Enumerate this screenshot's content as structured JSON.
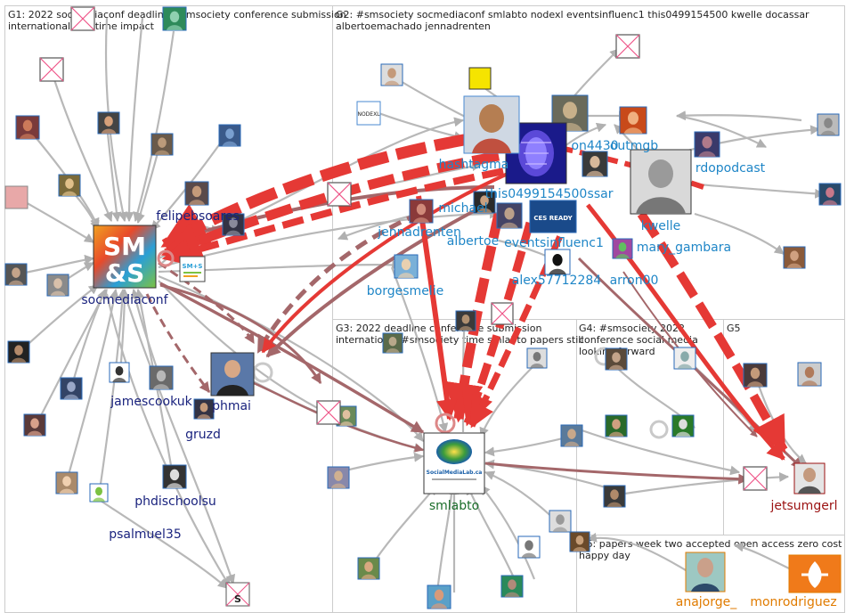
{
  "groups": [
    {
      "id": "G1",
      "title_lines": [
        "G1: 2022 socmediaconf deadline #smsociety conference submission",
        "international due time impact"
      ]
    },
    {
      "id": "G2",
      "title_lines": [
        "G2: #smsociety socmediaconf smlabto nodexl eventsinfluenc1 this0499154500 kwelle docassar",
        "albertoemachado jennadrenten"
      ]
    },
    {
      "id": "G3",
      "title_lines": [
        "G3: 2022 deadline conference submission",
        "international #smsociety time smlabto papers still"
      ]
    },
    {
      "id": "G4",
      "title_lines": [
        "G4: #smsociety 2022",
        "conference social media",
        "looking forward"
      ]
    },
    {
      "id": "G5",
      "title_lines": [
        "G5"
      ]
    },
    {
      "id": "G6",
      "title_lines": [
        "G6: papers week two accepted open access zero cost",
        "happy day"
      ]
    }
  ],
  "labels": [
    {
      "id": "socmediaconf",
      "text": "socmediaconf",
      "color": "#1a237e"
    },
    {
      "id": "felipebsoares",
      "text": "felipebsoares",
      "color": "#1a237e"
    },
    {
      "id": "jamescookuk",
      "text": "jamescookuk",
      "color": "#1a237e"
    },
    {
      "id": "phmai",
      "text": "phmai",
      "color": "#1a237e"
    },
    {
      "id": "gruzd",
      "text": "gruzd",
      "color": "#1a237e"
    },
    {
      "id": "phdischoolsu",
      "text": "phdischoolsu",
      "color": "#1a237e"
    },
    {
      "id": "psalmuel35",
      "text": "psalmuel35",
      "color": "#1a237e"
    },
    {
      "id": "hashtagma",
      "text": "hashtagma",
      "color": "#1f86c7"
    },
    {
      "id": "this0499154500",
      "text": "this0499154500",
      "color": "#1f86c7"
    },
    {
      "id": "jennadrenten",
      "text": "jennadrenten",
      "color": "#1f86c7"
    },
    {
      "id": "michael",
      "text": "michael",
      "color": "#1f86c7"
    },
    {
      "id": "albertoe",
      "text": "albertoe",
      "color": "#1f86c7"
    },
    {
      "id": "eventsinfluenc1",
      "text": "eventsinfluenc1",
      "color": "#1f86c7"
    },
    {
      "id": "kwelle",
      "text": "kwelle",
      "color": "#1f86c7"
    },
    {
      "id": "mary_gambara",
      "text": "mary_gambara",
      "color": "#1f86c7"
    },
    {
      "id": "rdopodcast",
      "text": "rdopodcast",
      "color": "#1f86c7"
    },
    {
      "id": "outmgb",
      "text": "outmgb",
      "color": "#1f86c7"
    },
    {
      "id": "on4430",
      "text": "on4430",
      "color": "#1f86c7"
    },
    {
      "id": "ssar",
      "text": "ssar",
      "color": "#1f86c7"
    },
    {
      "id": "alex57712284",
      "text": "alex57712284",
      "color": "#1f86c7"
    },
    {
      "id": "arron00",
      "text": "arron00",
      "color": "#1f86c7"
    },
    {
      "id": "borgesmelie",
      "text": "borgesmelie",
      "color": "#1f86c7"
    },
    {
      "id": "smlabto",
      "text": "smlabto",
      "color": "#1b6e2a"
    },
    {
      "id": "jetsumgerl",
      "text": "jetsumgerl",
      "color": "#9b1111"
    },
    {
      "id": "anajorge_",
      "text": "anajorge_",
      "color": "#e07b00"
    },
    {
      "id": "monrodriguez",
      "text": "monrodriguez",
      "color": "#e07b00"
    }
  ],
  "logos": {
    "smands": {
      "line1": "SM",
      "line2": "&S"
    },
    "smands_small": {
      "line1": "SM+S"
    },
    "nodexl": "NODEXL",
    "smlab": "SocialMediaLab.ca",
    "ces": "CES READY",
    "mini_s": "S"
  },
  "colors": {
    "edge_red": "#e53935",
    "edge_grey": "#b8b8b8",
    "edge_brown": "#a4676a",
    "g1_label": "#1a237e",
    "g2_label": "#1f86c7",
    "g3_label": "#1b6e2a",
    "g5_label": "#9b1111",
    "g6_label": "#e07b00",
    "sm_tile": "#3aa0c8"
  }
}
